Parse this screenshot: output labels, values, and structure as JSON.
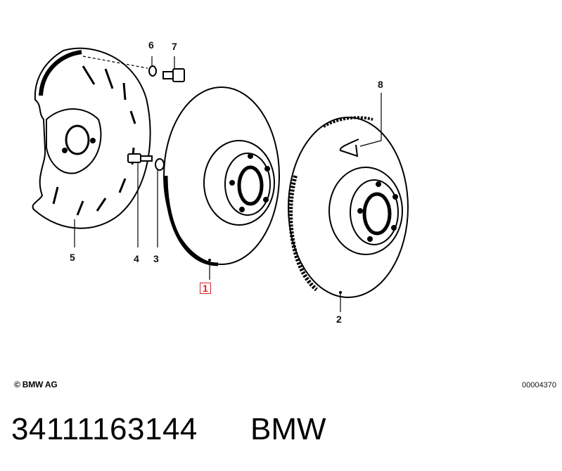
{
  "callouts": {
    "c1": "1",
    "c2": "2",
    "c3": "3",
    "c4": "4",
    "c5": "5",
    "c6": "6",
    "c7": "7",
    "c8": "8"
  },
  "highlighted_callout": "1",
  "footer": {
    "copyright": "© BMW AG",
    "diagram_id": "00004370"
  },
  "part": {
    "number": "34111163144",
    "brand": "BMW"
  },
  "colors": {
    "line": "#000000",
    "highlight": "#d9232a"
  }
}
